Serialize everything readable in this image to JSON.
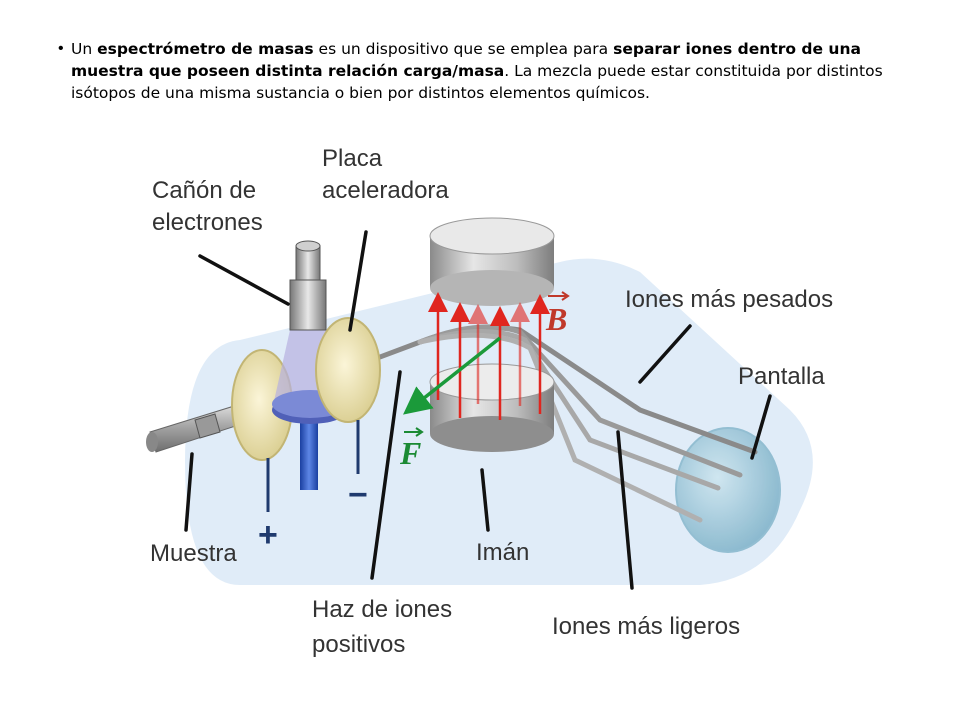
{
  "paragraph": {
    "t1": "Un ",
    "b1": "espectrómetro de masas",
    "t2": " es un dispositivo que se emplea para ",
    "b2": "separar iones dentro de una muestra que poseen distinta relación carga/masa",
    "t3": ". La mezcla puede estar constituida por distintos isótopos de una misma sustancia o bien por distintos elementos químicos."
  },
  "diagram": {
    "labels": {
      "canon_1": "Cañón de",
      "canon_2": "electrones",
      "placa_1": "Placa",
      "placa_2": "aceleradora",
      "pesados": "Iones más pesados",
      "pantalla": "Pantalla",
      "muestra": "Muestra",
      "haz_1": "Haz de iones",
      "haz_2": "positivos",
      "iman": "Imán",
      "ligeros": "Iones más ligeros"
    },
    "symbols": {
      "field": "B",
      "force": "F"
    },
    "signs": {
      "plus": "+",
      "minus": "−"
    },
    "colors": {
      "text": "#333333",
      "tube": "#d6e6f5",
      "plate": "#f3ebc2",
      "field_arrow": "#e0261f",
      "force_arrow": "#1b9a3a",
      "sign": "#1f3a6e",
      "symbol_b": "#c0392b",
      "symbol_f": "#1b8a34"
    }
  }
}
